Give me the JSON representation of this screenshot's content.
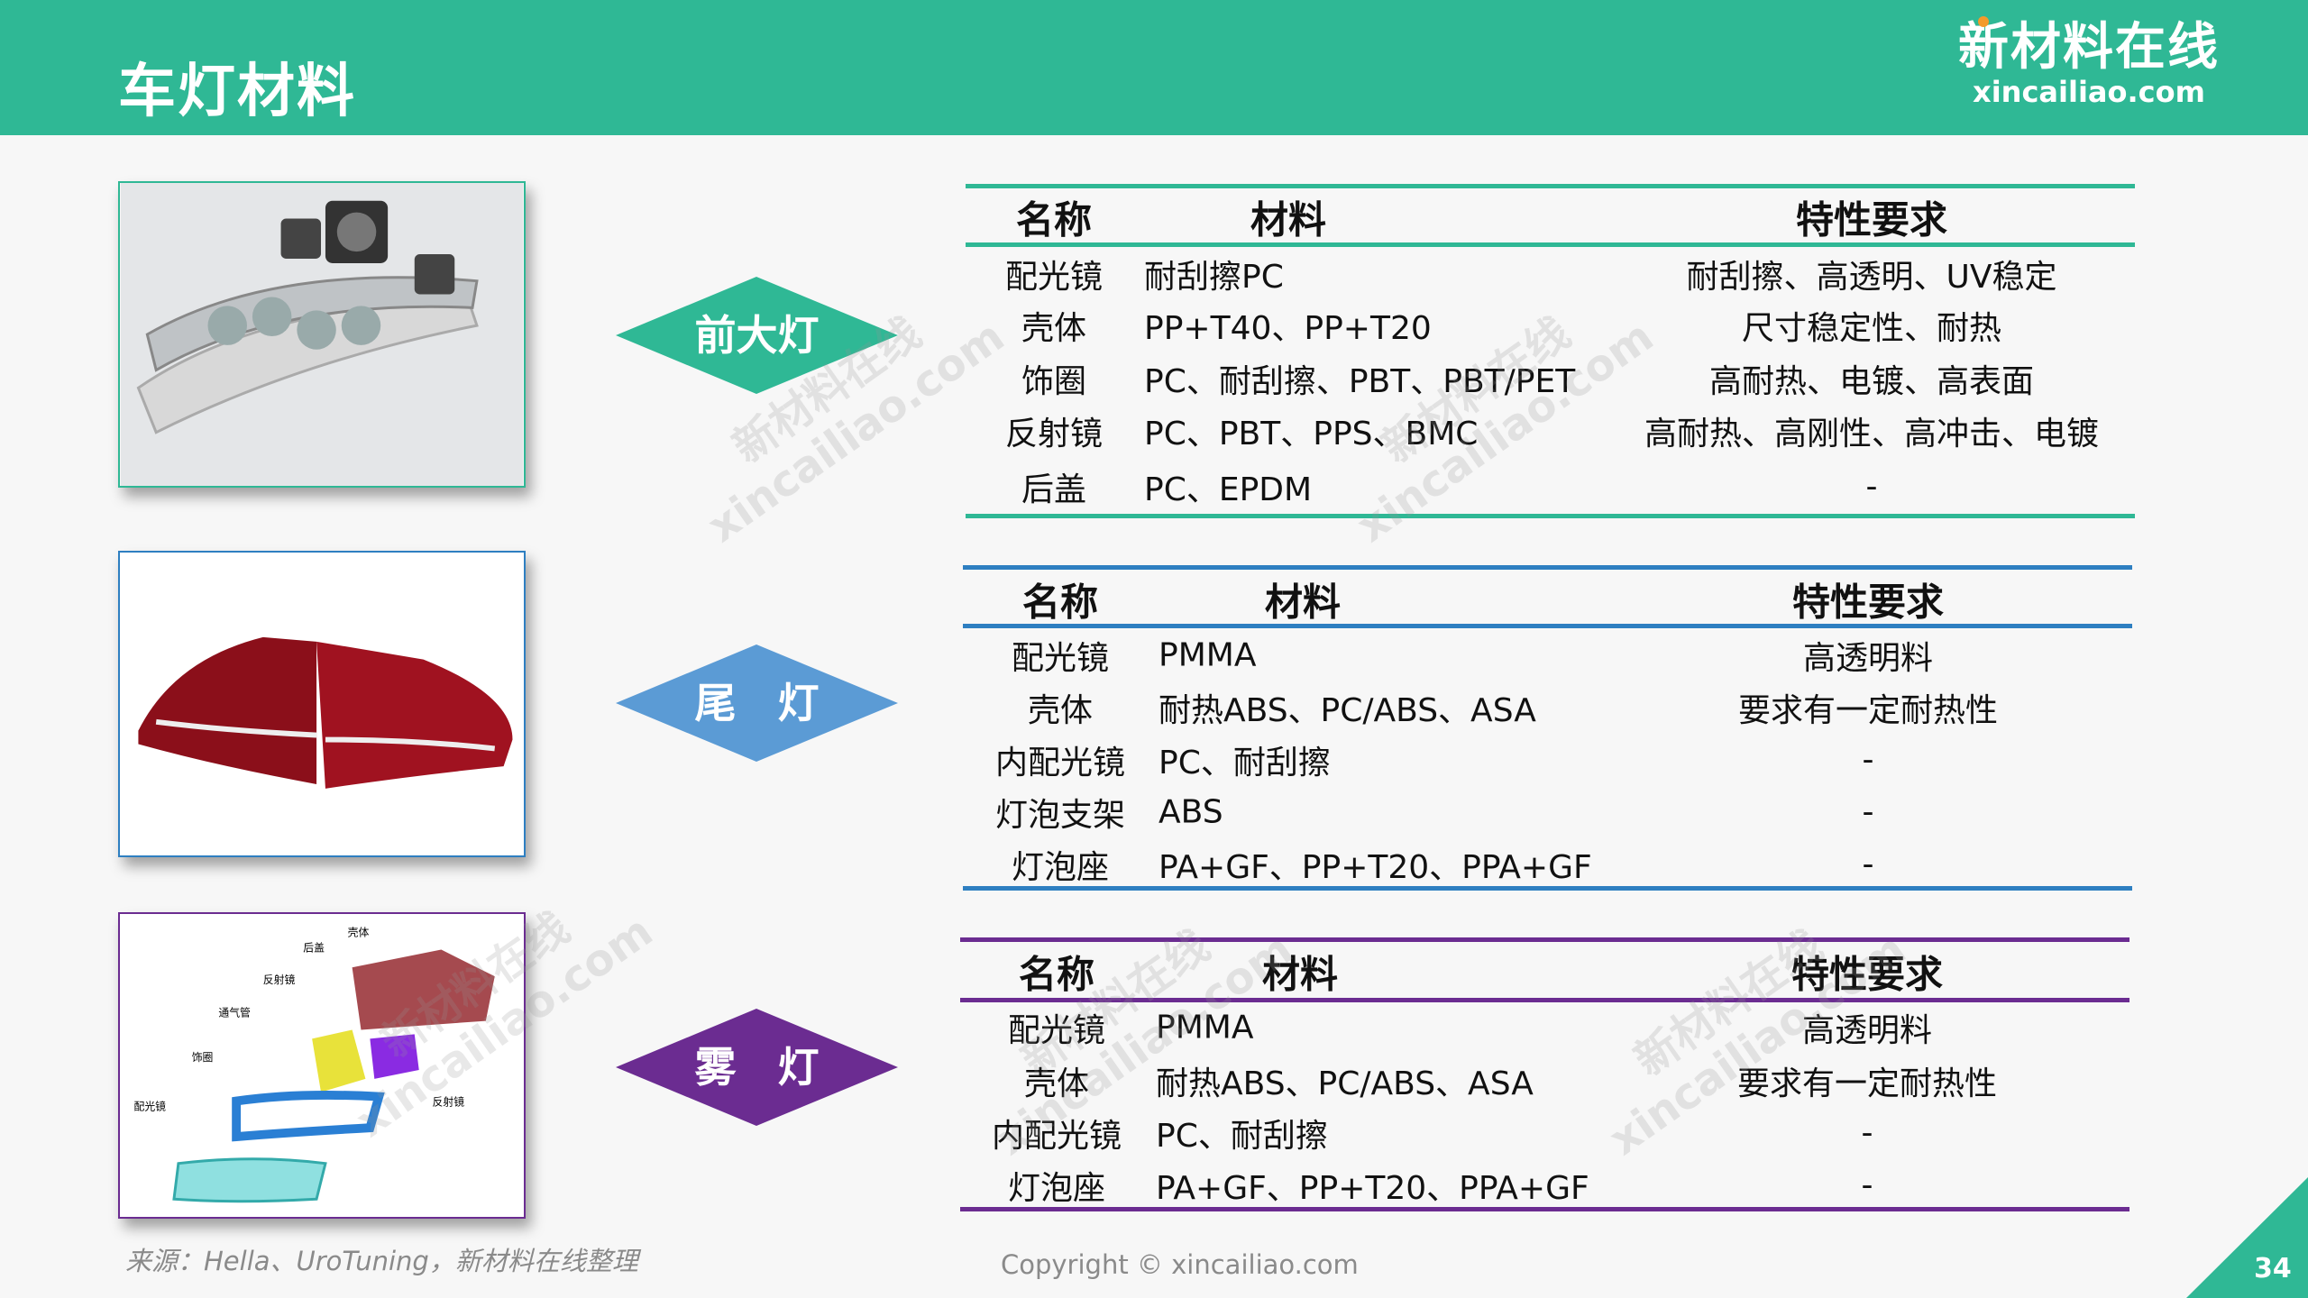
{
  "header": {
    "title": "车灯材料",
    "logo_cn": "新材料在线",
    "logo_en": "xincailiao.com"
  },
  "colors": {
    "green": "#2fb895",
    "blue": "#2e7fc1",
    "purple": "#6b2c91"
  },
  "sections": [
    {
      "label": "前大灯",
      "headers": [
        "名称",
        "材料",
        "特性要求"
      ],
      "rows": [
        [
          "配光镜",
          "耐刮擦PC",
          "耐刮擦、高透明、UV稳定"
        ],
        [
          "壳体",
          "PP+T40、PP+T20",
          "尺寸稳定性、耐热"
        ],
        [
          "饰圈",
          "PC、耐刮擦、PBT、PBT/PET",
          "高耐热、电镀、高表面"
        ],
        [
          "反射镜",
          "PC、PBT、PPS、BMC",
          "高耐热、高刚性、高冲击、电镀"
        ],
        [
          "后盖",
          "PC、EPDM",
          "-"
        ]
      ]
    },
    {
      "label": "尾　灯",
      "headers": [
        "名称",
        "材料",
        "特性要求"
      ],
      "rows": [
        [
          "配光镜",
          "PMMA",
          "高透明料"
        ],
        [
          "壳体",
          "耐热ABS、PC/ABS、ASA",
          "要求有一定耐热性"
        ],
        [
          "内配光镜",
          "PC、耐刮擦",
          "-"
        ],
        [
          "灯泡支架",
          "ABS",
          "-"
        ],
        [
          "灯泡座",
          "PA+GF、PP+T20、PPA+GF",
          "-"
        ]
      ]
    },
    {
      "label": "雾　灯",
      "headers": [
        "名称",
        "材料",
        "特性要求"
      ],
      "rows": [
        [
          "配光镜",
          "PMMA",
          "高透明料"
        ],
        [
          "壳体",
          "耐热ABS、PC/ABS、ASA",
          "要求有一定耐热性"
        ],
        [
          "内配光镜",
          "PC、耐刮擦",
          "-"
        ],
        [
          "灯泡座",
          "PA+GF、PP+T20、PPA+GF",
          "-"
        ]
      ]
    }
  ],
  "fog_diagram_labels": [
    "壳体",
    "后盖",
    "反射镜",
    "通气管",
    "饰圈",
    "反射镜",
    "配光镜"
  ],
  "watermark": {
    "cn": "新材料在线",
    "en": "xincailiao.com"
  },
  "footer": {
    "source": "来源：Hella、UroTuning，新材料在线整理",
    "copyright": "Copyright © xincailiao.com",
    "page": "34"
  }
}
